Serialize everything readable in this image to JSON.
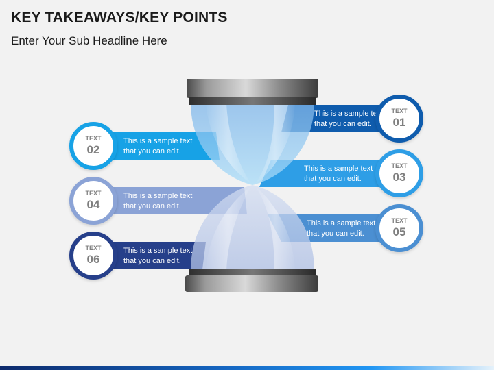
{
  "header": {
    "title": "KEY TAKEAWAYS/KEY POINTS",
    "subtitle": "Enter Your Sub Headline Here"
  },
  "points": [
    {
      "label": "TEXT",
      "number": "01",
      "text1": "This is a sample text",
      "text2": "that you can edit.",
      "color": "#0f5cad"
    },
    {
      "label": "TEXT",
      "number": "02",
      "text1": "This is a sample text",
      "text2": "that you can edit.",
      "color": "#17a2e6"
    },
    {
      "label": "TEXT",
      "number": "03",
      "text1": "This is a sample text",
      "text2": "that you can edit.",
      "color": "#2e9ee6"
    },
    {
      "label": "TEXT",
      "number": "04",
      "text1": "This is a sample text",
      "text2": "that you can edit.",
      "color": "#8ba3d6"
    },
    {
      "label": "TEXT",
      "number": "05",
      "text1": "This is a sample text",
      "text2": "that you can edit.",
      "color": "#4b8fd2"
    },
    {
      "label": "TEXT",
      "number": "06",
      "text1": "This is a sample text",
      "text2": "that you can edit.",
      "color": "#263f8a"
    }
  ]
}
